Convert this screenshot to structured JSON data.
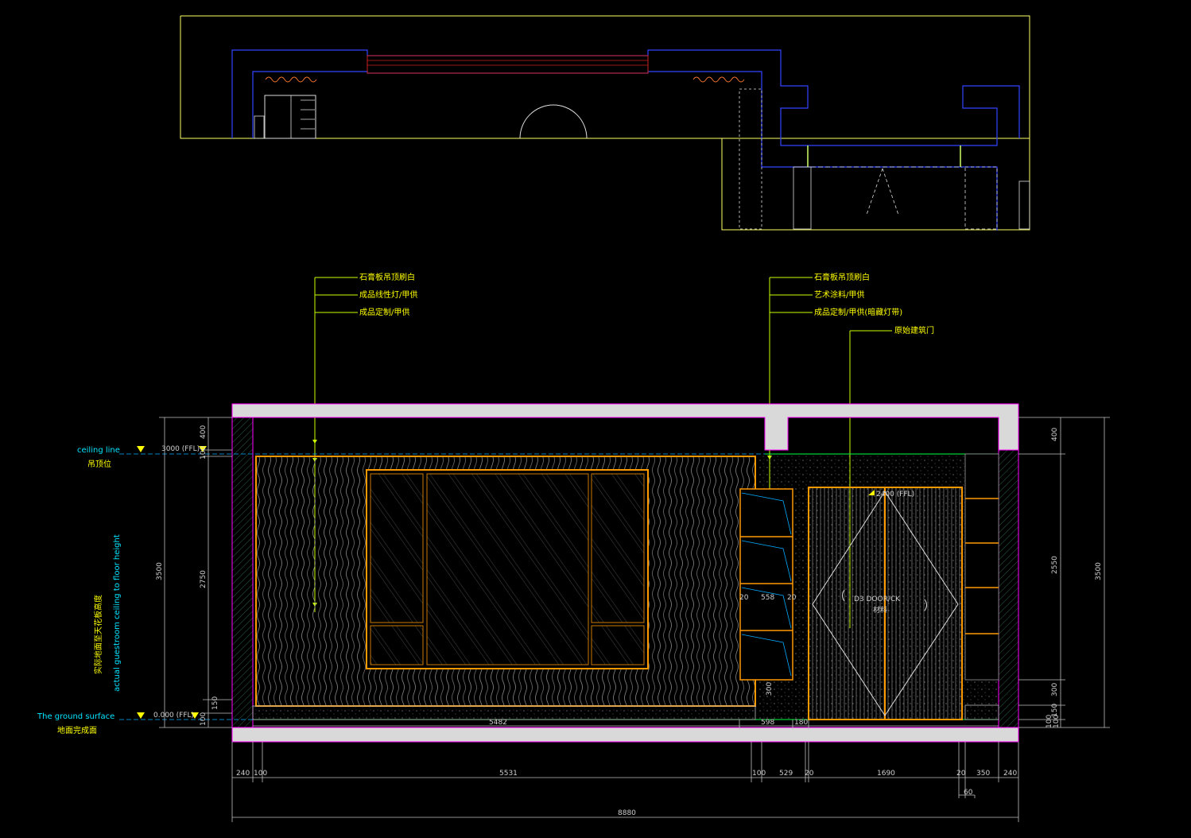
{
  "plan": {
    "label": "plan-view"
  },
  "callouts_left": [
    "石膏板吊顶刷白",
    "成品线性灯/甲供",
    "成品定制/甲供"
  ],
  "callouts_right": [
    "石膏板吊顶刷白",
    "艺术涂料/甲供",
    "成品定制/甲供(暗藏灯带)",
    "原始建筑门"
  ],
  "levels": {
    "ceiling_en": "ceiling line",
    "ceiling_cn": "吊顶位",
    "ceiling_mark": "3000 (FFL)",
    "ground_en": "The ground surface",
    "ground_cn": "地面完成面",
    "ground_mark": "0.000 (FFL)",
    "height_en": "actual guestroom ceiling to floor height",
    "height_cn": "实际地面至天花板高度"
  },
  "door": {
    "level_mark": "2400 (FFL)",
    "tag_code": "D3 DOOR/CK",
    "tag_cn": "材料"
  },
  "dims": {
    "left_total": "3500",
    "left_top": "400",
    "left_top2": "100",
    "left_mid": "2750",
    "left_low": "150",
    "left_base": "100",
    "right_total": "3500",
    "right_top": "400",
    "right_mid": "2550",
    "right_low": "300",
    "right_low2": "150",
    "right_base": "100",
    "right_base2": "100",
    "inner_5482": "5482",
    "inner_598": "598",
    "inner_180": "180",
    "shelf_20a": "20",
    "shelf_558": "558",
    "shelf_20b": "20",
    "shelf_300": "300",
    "bottom": [
      "240",
      "100",
      "5531",
      "100",
      "529",
      "20",
      "1690",
      "20",
      "350",
      "240"
    ],
    "bottom_60": "60",
    "total": "8880"
  },
  "colors": {
    "background": "#000000",
    "wall": "#d9d9d9",
    "outline": "#ff00ff",
    "leader": "#ccff00",
    "panel": "#ff9900",
    "plan_line": "#ffff66",
    "plan_blue": "#3344ff",
    "ceiling_line": "#00ff40",
    "dim": "#bfbfbf"
  }
}
